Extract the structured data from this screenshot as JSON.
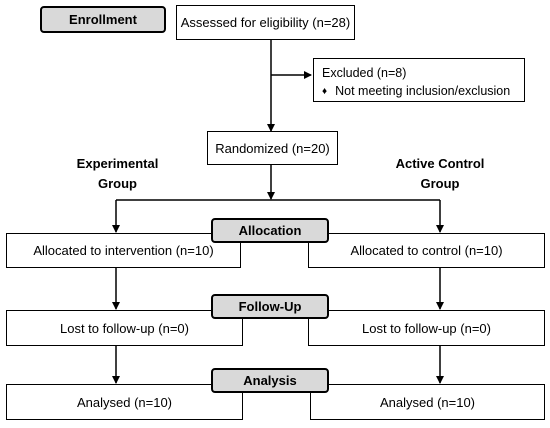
{
  "stages": {
    "enrollment": "Enrollment",
    "allocation": "Allocation",
    "followup": "Follow-Up",
    "analysis": "Analysis"
  },
  "assessed": "Assessed for eligibility (n=28)",
  "excluded": {
    "title": "Excluded  (n=8)",
    "bullet": "♦",
    "reason": "Not meeting inclusion/exclusion"
  },
  "randomized": "Randomized (n=20)",
  "groups": {
    "experimental": [
      "Experimental",
      "Group"
    ],
    "control": [
      "Active Control",
      "Group"
    ]
  },
  "allocation": {
    "intervention": "Allocated to intervention (n=10)",
    "control": "Allocated to control (n=10)"
  },
  "followup": {
    "left": "Lost to follow-up (n=0)",
    "right": "Lost to follow-up (n=0)"
  },
  "analysis": {
    "left": "Analysed  (n=10)",
    "right": "Analysed  (n=10)"
  }
}
